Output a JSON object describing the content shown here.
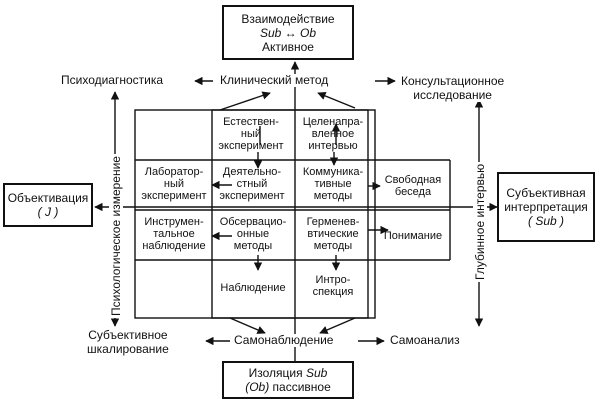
{
  "top_box": {
    "line1": "Взаимодействие",
    "sub": "Sub",
    "ob": "Ob",
    "line3": "Активное"
  },
  "bottom_box": {
    "line1a": "Изоляция ",
    "line1b": "Sub",
    "line2a": "(Ob)",
    "line2b": " пассивное"
  },
  "left_box": {
    "line1": "Объективация",
    "line2": "( J )"
  },
  "right_box": {
    "line1": "Субъективная",
    "line2": "интерпретация",
    "line3": "( Sub )"
  },
  "outer_labels": {
    "psychodiagnostics": "Психодиагностика",
    "clinical_method": "Клинический метод",
    "consulting": [
      "Консультационное",
      "исследование"
    ],
    "subjective_scaling": [
      "Субъективное",
      "шкалирование"
    ],
    "self_observation": "Самонаблюдение",
    "self_analysis": "Самоанализ",
    "psych_measurement": "Психологическое измерение",
    "deep_interview": "Глубинное интервью"
  },
  "cells": {
    "natural_experiment": [
      "Естествен-",
      "ный",
      "эксперимент"
    ],
    "targeted_interview": [
      "Целенапра-",
      "вленное",
      "интервью"
    ],
    "lab_experiment": [
      "Лаборатор-",
      "ный",
      "эксперимент"
    ],
    "activity_experiment": [
      "Деятельно-",
      "стный",
      "эксперимент"
    ],
    "communicative_methods": [
      "Коммуника-",
      "тивные",
      "методы"
    ],
    "free_talk": [
      "Свободная",
      "беседа"
    ],
    "instrumental_observation": [
      "Инструмен-",
      "тальное",
      "наблюдение"
    ],
    "observational_methods": [
      "Обсервацио-",
      "онные",
      "методы"
    ],
    "hermeneutic_methods": [
      "Герменев-",
      "втические",
      "методы"
    ],
    "understanding": "Понимание",
    "observation": "Наблюдение",
    "introspection": [
      "Интро-",
      "спекция"
    ]
  },
  "arrow_symbol": "↔"
}
